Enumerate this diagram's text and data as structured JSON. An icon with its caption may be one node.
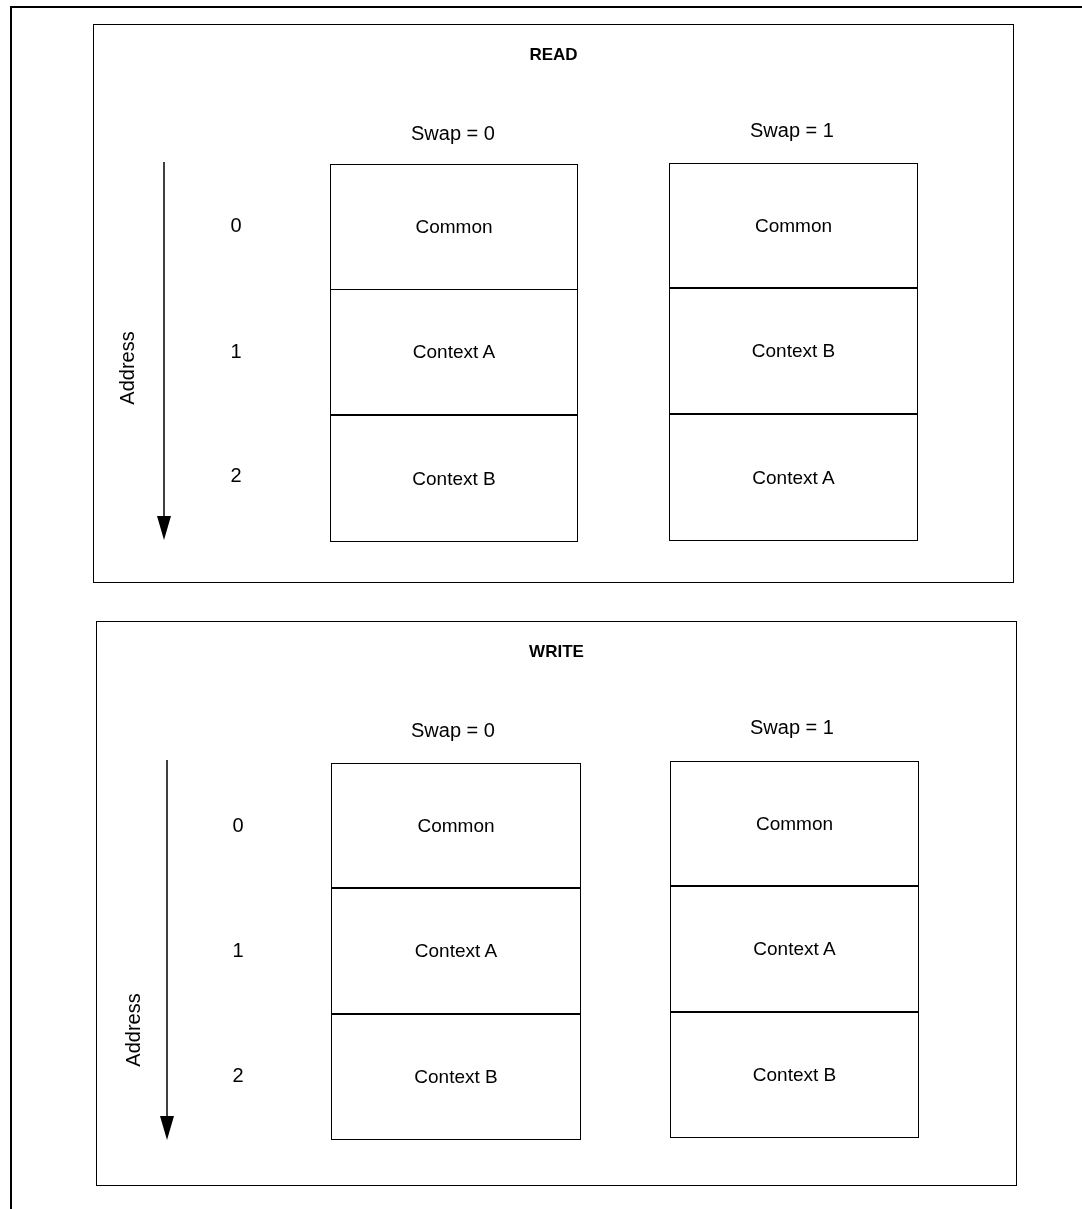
{
  "diagram": {
    "nodes": [
      {
        "text": [
          "READ"
        ]
      },
      {
        "text": [
          "Common"
        ],
        "in": 0
      },
      {
        "text": [
          "Context A"
        ],
        "in": 0
      },
      {
        "text": [
          "Context B"
        ],
        "in": 0
      },
      {
        "text": [
          "Common"
        ],
        "in": 0
      },
      {
        "text": [
          "Context B"
        ],
        "in": 0
      },
      {
        "text": [
          "Context A"
        ],
        "in": 0
      },
      {
        "text": [
          "WRITE"
        ]
      },
      {
        "text": [
          "Common"
        ],
        "in": 7
      },
      {
        "text": [
          "Context A"
        ],
        "in": 7
      },
      {
        "text": [
          "Context B"
        ],
        "in": 7
      },
      {
        "text": [
          "Common"
        ],
        "in": 7
      },
      {
        "text": [
          "Context A"
        ],
        "in": 7
      },
      {
        "text": [
          "Context B"
        ],
        "in": 7
      }
    ],
    "edges": [],
    "labels": [
      "Swap = 0",
      "Swap = 1",
      "0",
      "Address",
      "1",
      "2",
      "Swap = 0",
      "Swap = 1",
      "0",
      "Address",
      "1",
      "2"
    ]
  }
}
